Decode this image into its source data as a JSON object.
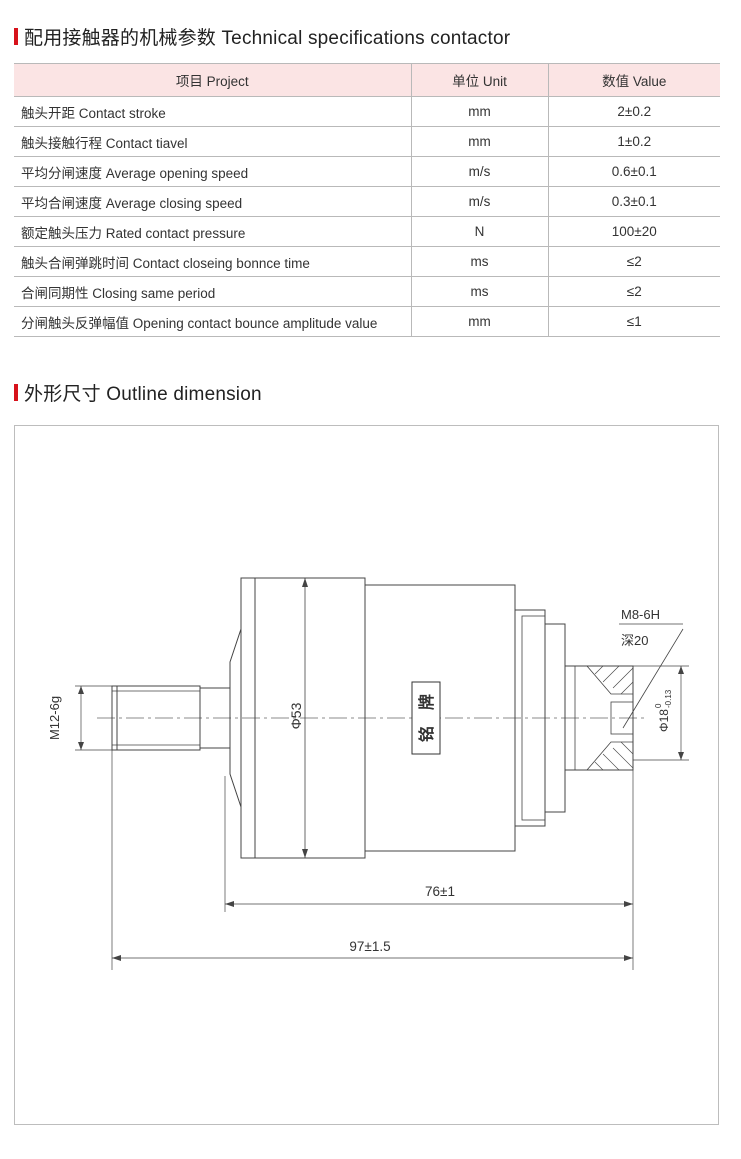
{
  "spec_section": {
    "title": "配用接触器的机械参数 Technical specifications contactor",
    "accent_color": "#d7121b"
  },
  "spec_table": {
    "headers": [
      "项目 Project",
      "单位 Unit",
      "数值 Value"
    ],
    "header_bg": "#fbe4e4",
    "rows": [
      {
        "item": "触头开距 Contact stroke",
        "unit": "mm",
        "value": "2±0.2"
      },
      {
        "item": "触头接触行程 Contact tiavel",
        "unit": "mm",
        "value": "1±0.2"
      },
      {
        "item": "平均分闸速度 Average opening speed",
        "unit": "m/s",
        "value": "0.6±0.1"
      },
      {
        "item": "平均合闸速度 Average closing speed",
        "unit": "m/s",
        "value": "0.3±0.1"
      },
      {
        "item": "额定触头压力 Rated contact pressure",
        "unit": "N",
        "value": "100±20"
      },
      {
        "item": "触头合闸弹跳时间 Contact closeing bonnce time",
        "unit": "ms",
        "value": "≤2"
      },
      {
        "item": "合闸同期性 Closing same period",
        "unit": "ms",
        "value": "≤2"
      },
      {
        "item": "分闸触头反弹幅值 Opening contact bounce amplitude value",
        "unit": "mm",
        "value": "≤1"
      }
    ]
  },
  "outline_section": {
    "title": "外形尺寸 Outline dimension"
  },
  "drawing": {
    "thread_left": "M12-6g",
    "diameter_body": "Φ53",
    "nameplate_chars": [
      "铭",
      "牌"
    ],
    "thread_right": "M8-6H",
    "depth": "深20",
    "diameter_right": "Φ18",
    "diameter_right_tol": "-0.13",
    "diameter_right_tol_upper": "0",
    "dim_76": "76±1",
    "dim_97": "97±1.5"
  }
}
